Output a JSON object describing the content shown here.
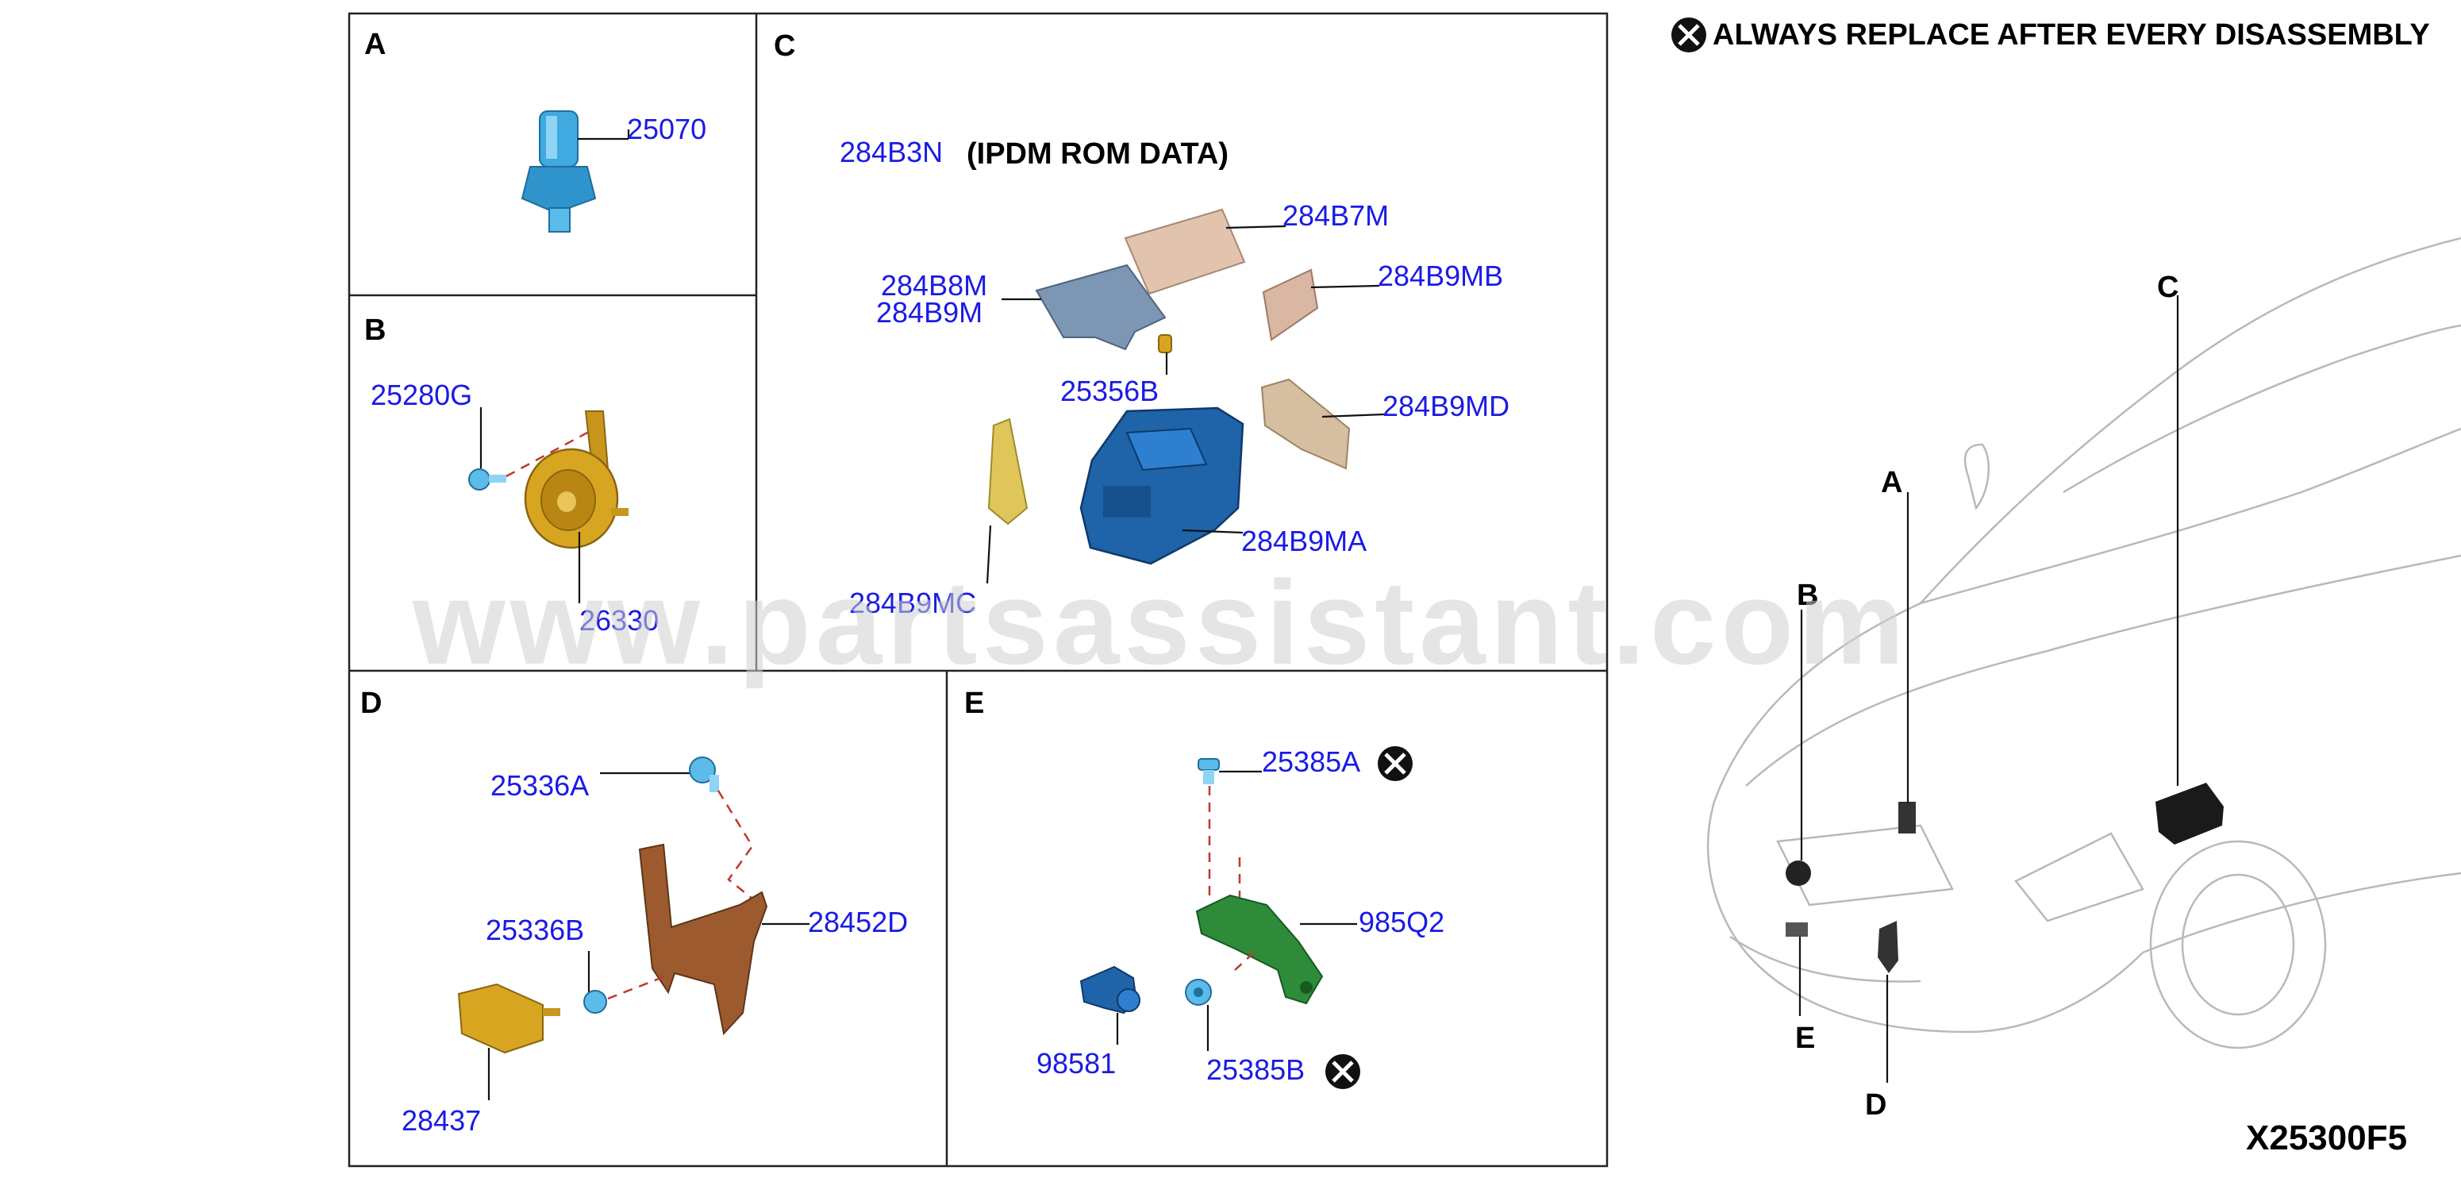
{
  "note": {
    "text": "ALWAYS REPLACE AFTER EVERY DISASSEMBLY"
  },
  "diagram_code": "X25300F5",
  "watermark": "www.partsassistant.com",
  "panels": {
    "a": {
      "letter": "A",
      "parts": {
        "p25070": "25070"
      }
    },
    "b": {
      "letter": "B",
      "parts": {
        "p25280g": "25280G",
        "p26330": "26330"
      }
    },
    "c": {
      "letter": "C",
      "title_part": "284B3N",
      "title_note": "(IPDM ROM DATA)",
      "parts": {
        "p284b7m": "284B7M",
        "p284b8m": "284B8M",
        "p284b9m": "284B9M",
        "p284b9mb": "284B9MB",
        "p25356b": "25356B",
        "p284b9md": "284B9MD",
        "p284b9ma": "284B9MA",
        "p284b9mc": "284B9MC"
      }
    },
    "d": {
      "letter": "D",
      "parts": {
        "p25336a": "25336A",
        "p25336b": "25336B",
        "p28452d": "28452D",
        "p28437": "28437"
      }
    },
    "e": {
      "letter": "E",
      "parts": {
        "p25385a": "25385A",
        "p985q2": "985Q2",
        "p98581": "98581",
        "p25385b": "25385B"
      }
    }
  },
  "vehicle": {
    "callouts": {
      "a": "A",
      "b": "B",
      "c": "C",
      "d": "D",
      "e": "E"
    }
  },
  "colors": {
    "label": "#1a1ae6",
    "leader": "#111111",
    "dash": "#c0392b",
    "sensor": "#3fa9e0",
    "horn": "#d8a521",
    "module_blue": "#1f63a8",
    "bracket_brown": "#9c5a2e",
    "bracket_green": "#2e8b3a",
    "beige": "#e2c4ae"
  },
  "icons": {
    "replace": "x-circle-icon"
  }
}
